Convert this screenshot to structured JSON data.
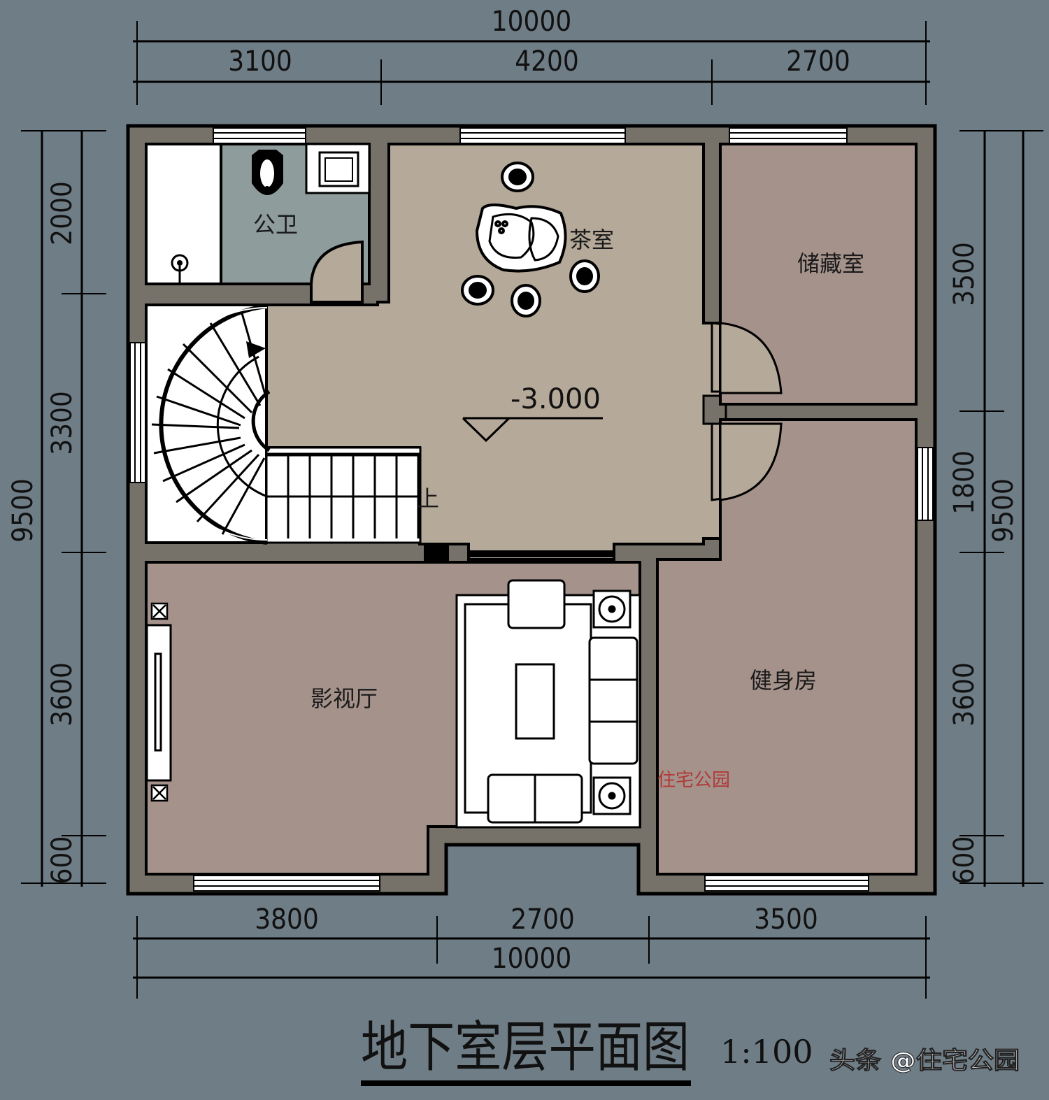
{
  "title": {
    "text": "地下室层平面图",
    "scale": "1:100"
  },
  "watermark": {
    "source": "头条 @住宅公园",
    "inline": "住宅公园"
  },
  "colors": {
    "background": "#6f7d86",
    "wall": "#76726a",
    "tea_room_floor": "#b5a999",
    "room_floor": "#a5938b",
    "bathroom_floor": "#8f9c9c",
    "stair_floor": "#ffffff",
    "line": "#000000",
    "watermark_red": "#b03a3a"
  },
  "dimensions": {
    "top_total": "10000",
    "top_segments": [
      "3100",
      "4200",
      "2700"
    ],
    "bottom_total": "10000",
    "bottom_segments": [
      "3800",
      "2700",
      "3500"
    ],
    "left_total": "9500",
    "left_segments": [
      "2000",
      "3300",
      "3600",
      "600"
    ],
    "right_total": "9500",
    "right_segments": [
      "3500",
      "1800",
      "3600",
      "600"
    ]
  },
  "rooms": {
    "bathroom": "公卫",
    "tea_room": "茶室",
    "storage": "储藏室",
    "home_theater": "影视厅",
    "gym": "健身房"
  },
  "annotations": {
    "floor_level": "-3.000",
    "stair_up": "上"
  }
}
